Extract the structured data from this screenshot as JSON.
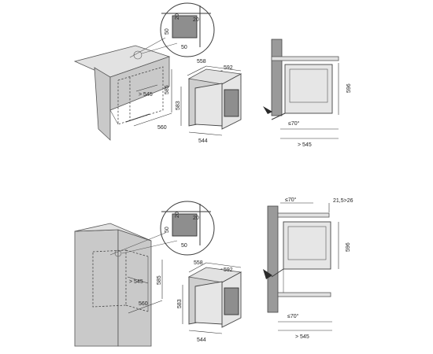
{
  "top": {
    "cutout": {
      "label_h": "50",
      "label_w": "50",
      "label_a": "20",
      "label_b": "20"
    },
    "niche": {
      "depth_label": "> 545",
      "height_label": "585",
      "width_label": "560"
    },
    "oven": {
      "depth_label": "558",
      "width_label": "592",
      "height_label": "583",
      "front_label": "544"
    },
    "side": {
      "height_label": "596",
      "angle_label": "≤70°",
      "depth_label": "> 545"
    }
  },
  "bottom": {
    "cutout": {
      "label_h": "50",
      "label_w": "50",
      "label_a": "20",
      "label_b": "20"
    },
    "niche": {
      "depth_label": "> 545",
      "height_label": "585",
      "width_label": "560"
    },
    "oven": {
      "depth_label": "558",
      "width_label": "592",
      "height_label": "583",
      "front_label": "544"
    },
    "side": {
      "angle_top_label": "≤70°",
      "gap_label": "21,5>26",
      "height_label": "596",
      "angle_label": "≤70°",
      "depth_label": "> 545"
    }
  }
}
